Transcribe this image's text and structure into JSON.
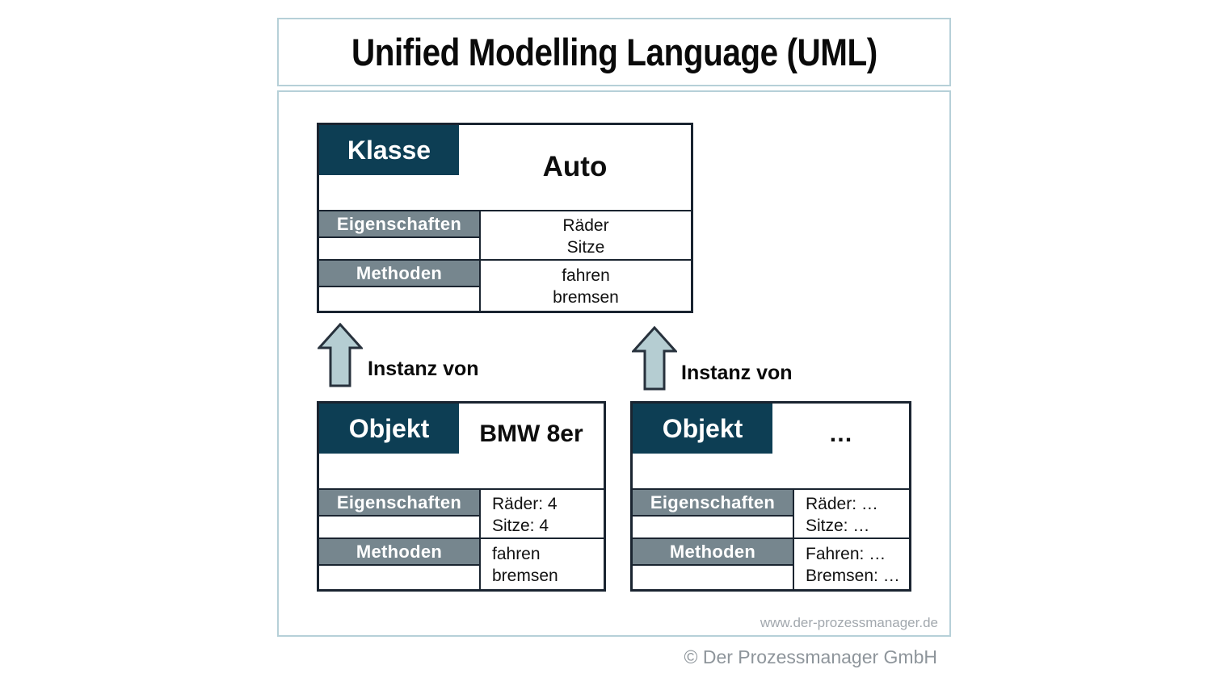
{
  "title": "Unified Modelling Language (UML)",
  "colors": {
    "dark_teal": "#0d3e54",
    "label_gray": "#76868e",
    "box_border": "#1a2430",
    "frame_border": "#b6d0d8",
    "arrow_fill": "#b5cdd2",
    "footer_gray": "#8e959b"
  },
  "class_box": {
    "type_label": "Klasse",
    "name": "Auto",
    "sections": [
      {
        "label": "Eigenschaften",
        "lines": [
          "Räder",
          "Sitze"
        ]
      },
      {
        "label": "Methoden",
        "lines": [
          "fahren",
          "bremsen"
        ]
      }
    ]
  },
  "arrows": [
    {
      "label": "Instanz von"
    },
    {
      "label": "Instanz von"
    }
  ],
  "object_boxes": [
    {
      "type_label": "Objekt",
      "name": "BMW 8er",
      "sections": [
        {
          "label": "Eigenschaften",
          "lines": [
            "Räder: 4",
            "Sitze: 4"
          ]
        },
        {
          "label": "Methoden",
          "lines": [
            "fahren",
            "bremsen"
          ]
        }
      ]
    },
    {
      "type_label": "Objekt",
      "name": "…",
      "sections": [
        {
          "label": "Eigenschaften",
          "lines": [
            "Räder: …",
            "Sitze: …"
          ]
        },
        {
          "label": "Methoden",
          "lines": [
            "Fahren: …",
            "Bremsen: …"
          ]
        }
      ]
    }
  ],
  "footer": {
    "website": "www.der-prozessmanager.de",
    "copyright": "© Der Prozessmanager GmbH"
  }
}
